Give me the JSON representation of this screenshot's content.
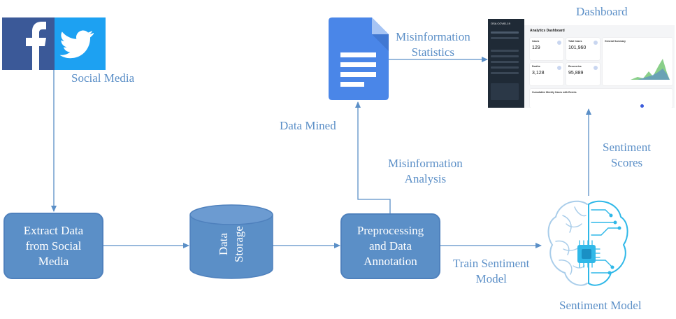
{
  "nodes": {
    "social_media": "Social Media",
    "extract_data": [
      "Extract Data",
      "from Social",
      "Media"
    ],
    "data_storage": [
      "Data",
      "Storage"
    ],
    "preprocessing": [
      "Preprocessing",
      "and Data",
      "Annotation"
    ],
    "data_mined": "Data Mined",
    "misinfo_statistics": [
      "Misinformation",
      "Statistics"
    ],
    "misinfo_analysis": [
      "Misinformation",
      "Analysis"
    ],
    "dashboard": "Dashboard",
    "sentiment_scores": [
      "Sentiment",
      "Scores"
    ],
    "train_model": [
      "Train Sentiment",
      "Model"
    ],
    "sentiment_model": "Sentiment Model"
  },
  "dashboard_screenshot": {
    "app_title": "OSA COVID-19",
    "heading": "Analytics Dashboard",
    "cards": [
      {
        "title": "Cases",
        "value": "129"
      },
      {
        "title": "Total Cases",
        "value": "101,960"
      },
      {
        "title": "Deaths",
        "value": "3,128"
      },
      {
        "title": "Recoveries",
        "value": "95,889"
      }
    ],
    "chart_title": "General Summary",
    "bottom_panel_title": "Cumulative Weekly Cases with Events"
  },
  "colors": {
    "accent": "#5b8fc7",
    "box_fill": "#5b8fc7",
    "facebook": "#3b5998",
    "twitter": "#1da1f2",
    "document": "#4a86e8",
    "brain_cyan": "#2fb8e8"
  },
  "icons": [
    "facebook-icon",
    "twitter-icon",
    "document-icon",
    "brain-icon"
  ]
}
